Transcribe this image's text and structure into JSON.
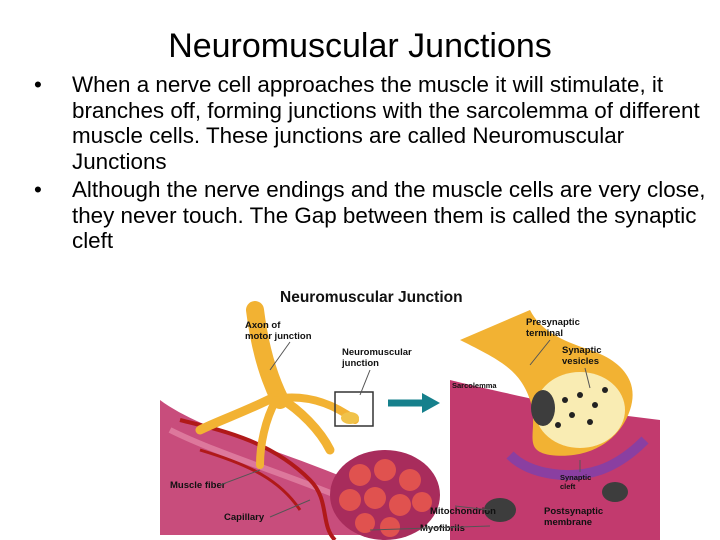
{
  "slide": {
    "title": "Neuromuscular Junctions",
    "bullets": [
      "When a nerve cell approaches the muscle it will stimulate, it branches off, forming junctions with the sarcolemma of different muscle cells. These junctions are called Neuromuscular Junctions",
      "Although the nerve endings and the muscle cells are very close, they never touch. The Gap between them is called the synaptic cleft"
    ],
    "bullet_glyph": "•"
  },
  "figure": {
    "title": "Neuromuscular Junction",
    "labels": {
      "axon": [
        "Axon of",
        "motor junction"
      ],
      "nmj": [
        "Neuromuscular",
        "junction"
      ],
      "presynaptic": [
        "Presynaptic",
        "terminal"
      ],
      "vesicles": [
        "Synaptic",
        "vesicles"
      ],
      "sarcolemma": "Sarcolemma",
      "muscle_fiber": "Muscle fiber",
      "capillary": "Capillary",
      "mitochondrion": "Mitochondrion",
      "myofibrils": "Myofibrils",
      "cleft": [
        "Synaptic",
        "cleft"
      ],
      "postsynaptic": [
        "Postsynaptic",
        "membrane"
      ]
    },
    "colors": {
      "nerve": "#f2b233",
      "muscle": "#c23a6e",
      "myofibril": "#e0524f",
      "capillary": "#b01919",
      "membrane": "#8a3fa1",
      "arrow": "#16808c",
      "terminal_fill": "#f9ecb3"
    }
  }
}
